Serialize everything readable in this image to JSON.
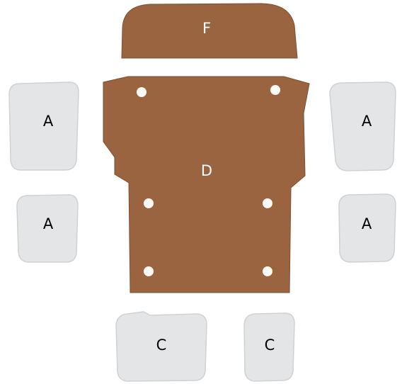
{
  "colors": {
    "background": "#ffffff",
    "wood": "#9a6440",
    "wood_edge": "#7e4f30",
    "cushion": "#e4e5e7",
    "cushion_edge": "#cfd1d4",
    "hole": "#fbfaf6",
    "wood_label": "#ffffff",
    "cushion_label": "#000000"
  },
  "pieces": {
    "backrest": {
      "label": "F",
      "material": "wood"
    },
    "seat_base": {
      "label": "D",
      "material": "wood"
    },
    "cushion_top_left": {
      "label": "A",
      "material": "cushion"
    },
    "cushion_top_right": {
      "label": "A",
      "material": "cushion"
    },
    "cushion_mid_left": {
      "label": "A",
      "material": "cushion"
    },
    "cushion_mid_right": {
      "label": "A",
      "material": "cushion"
    },
    "cushion_bottom_left": {
      "label": "C",
      "material": "cushion"
    },
    "cushion_bottom_right": {
      "label": "C",
      "material": "cushion"
    }
  }
}
